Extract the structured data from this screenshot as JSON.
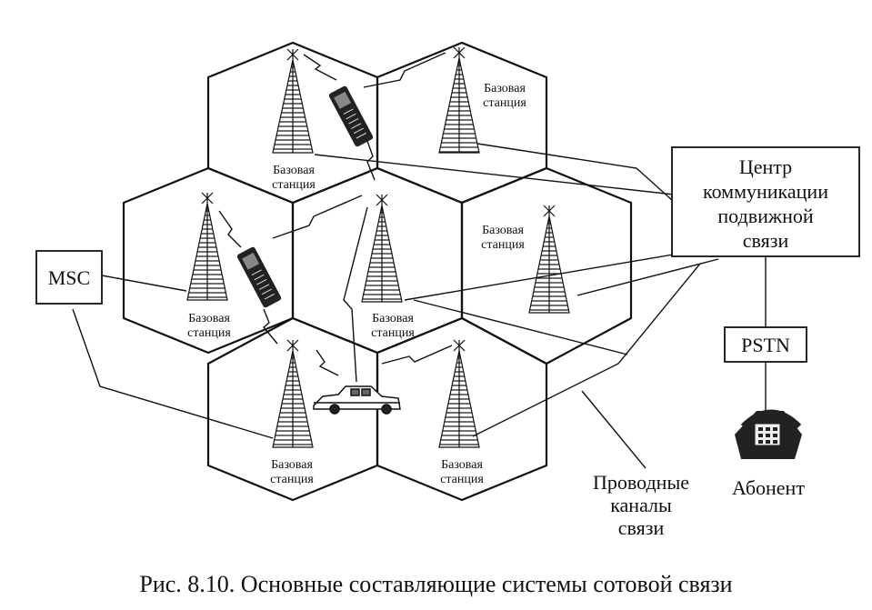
{
  "labels": {
    "base_station": "Базовая\nстанция",
    "msc": "MSC",
    "center": "Центр\nкоммуникации\nподвижной\nсвязи",
    "pstn": "PSTN",
    "subscriber": "Абонент",
    "wired_channels": "Проводные\nканалы\nсвязи"
  },
  "caption": "Рис. 8.10. Основные составляющие системы сотовой связи"
}
